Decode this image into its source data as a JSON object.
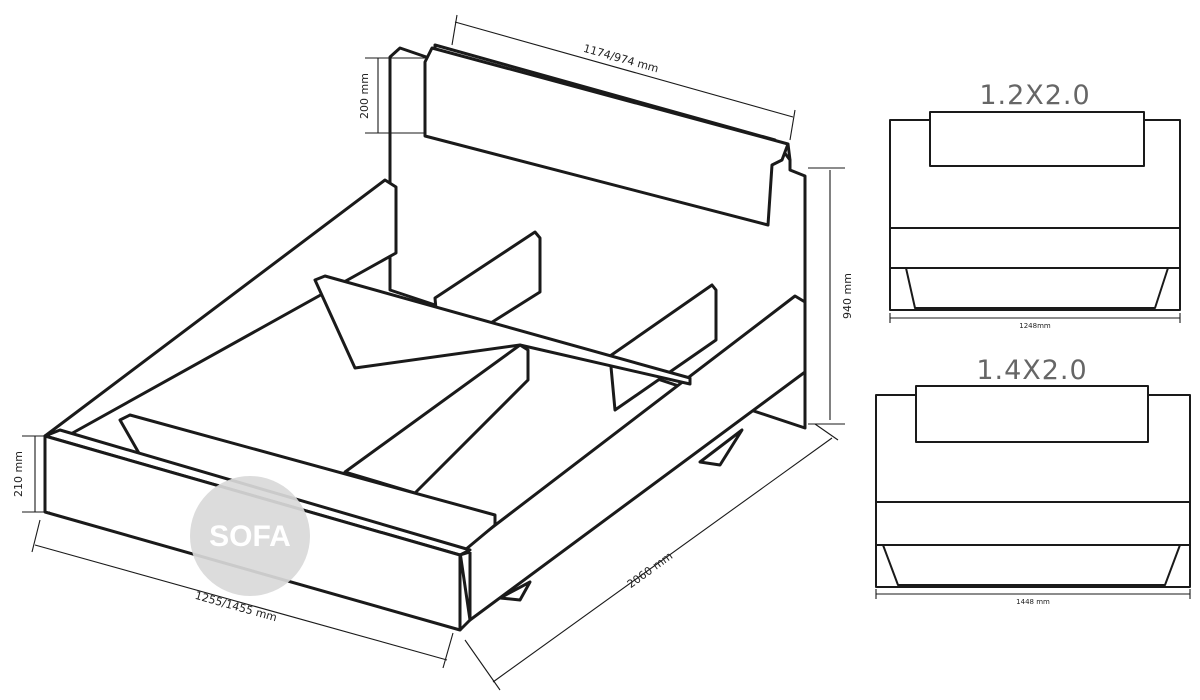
{
  "dimensions": {
    "headboard_width": "1174/974 mm",
    "headboard_height": "200 mm",
    "total_height": "940 mm",
    "frame_height": "210 mm",
    "frame_width": "1255/1455 mm",
    "frame_length": "2060 mm"
  },
  "variants": [
    {
      "title": "1.2X2.0",
      "width_label": "1248mm"
    },
    {
      "title": "1.4X2.0",
      "width_label": "1448 mm"
    }
  ],
  "watermark": {
    "brand": "SOFA"
  }
}
